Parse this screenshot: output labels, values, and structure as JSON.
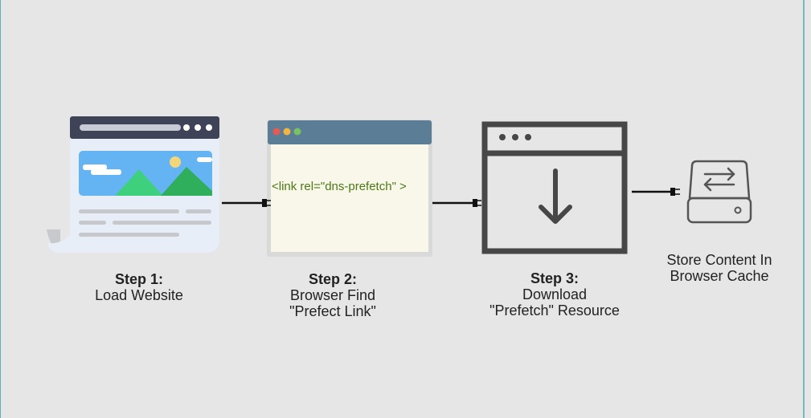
{
  "steps": [
    {
      "title": "Step 1:",
      "lines": [
        "Load Website"
      ]
    },
    {
      "title": "Step 2:",
      "lines": [
        "Browser Find",
        "\"Prefect Link\""
      ]
    },
    {
      "title": "Step 3:",
      "lines": [
        "Download",
        "\"Prefetch\" Resource"
      ]
    },
    {
      "title": "",
      "lines": [
        "Store Content In",
        "Browser Cache"
      ]
    }
  ],
  "code_snippet": "<link rel=\"dns-prefetch\" >",
  "icons": [
    "website-page-icon",
    "browser-window-icon",
    "download-window-icon",
    "storage-drive-icon"
  ],
  "colors": {
    "background": "#e6e6e6",
    "navy_bar": "#3f4358",
    "sky": "#64b4f4",
    "mountain_light": "#3fd07e",
    "mountain_dark": "#2fae5c",
    "sun": "#f4d67a",
    "browser_bar": "#5b7d95",
    "browser_body": "#f9f6ea",
    "code_green": "#4a7a14",
    "dark_gray": "#474747"
  }
}
